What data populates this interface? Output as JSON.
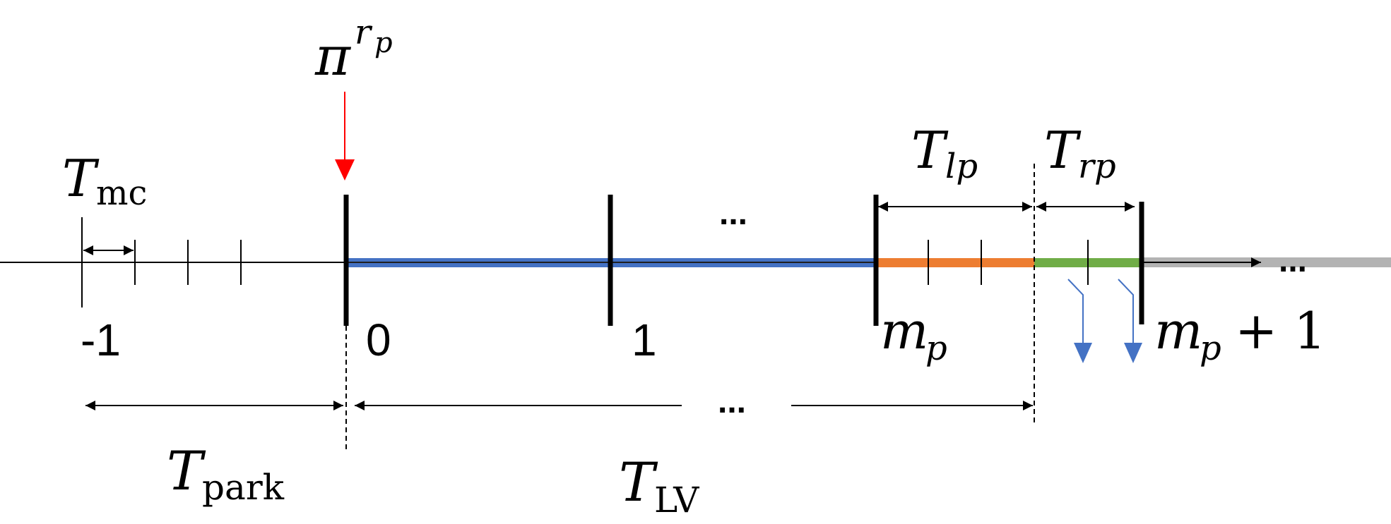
{
  "symbols": {
    "pi_base": "π",
    "pi_sup": "r",
    "pi_supsub": "p",
    "t_mc_base": "T",
    "t_mc_sub": "mc",
    "t_lp_base": "T",
    "t_lp_sub": "lp",
    "t_rp_base": "T",
    "t_rp_sub": "rp",
    "t_park_base": "T",
    "t_park_sub": "park",
    "t_lv_base": "T",
    "t_lv_sub": "LV"
  },
  "tick_labels": {
    "minus_one": "-1",
    "zero": "0",
    "one": "1",
    "mp_base": "m",
    "mp_sub": "p",
    "mp_plus_one_base": "m",
    "mp_plus_one_sub": "p",
    "mp_plus_one_tail": "+ 1"
  },
  "ellipsis": {
    "top": "...",
    "right": "...",
    "bottom": "..."
  },
  "colors": {
    "blue_segment": "#4472c4",
    "orange_segment": "#ed7d31",
    "green_segment": "#70ad47",
    "gray_tail": "#b3b3b3",
    "red_arrow": "#ff0000",
    "blue_arrow": "#4472c4"
  }
}
